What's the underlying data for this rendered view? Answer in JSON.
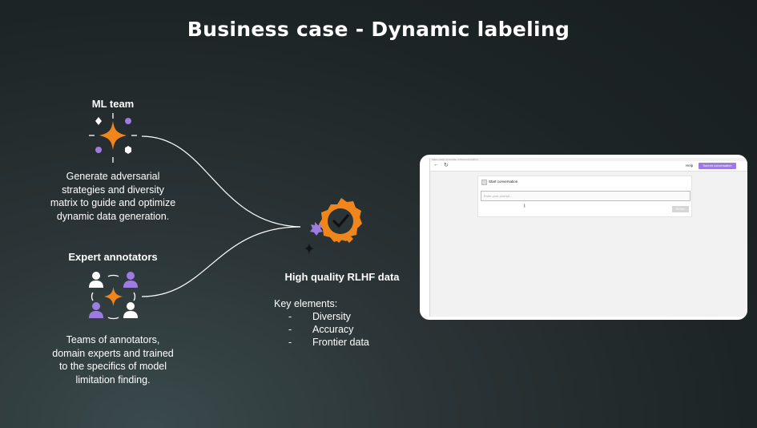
{
  "slide": {
    "title": "Business case - Dynamic labeling"
  },
  "ml_team": {
    "heading": "ML team",
    "description_lines": [
      "Generate adversarial",
      "strategies and diversity",
      "matrix to guide and optimize",
      "dynamic data generation."
    ],
    "icon": "sparkle-cluster-icon"
  },
  "expert_annotators": {
    "heading": "Expert annotators",
    "description_lines": [
      "Teams of annotators,",
      "domain experts and trained",
      "to the specifics of model",
      "limitation finding."
    ],
    "icon": "people-group-icon"
  },
  "rlhf": {
    "heading": "High quality RLHF data",
    "icon": "verified-badge-icon",
    "key_title": "Key elements:",
    "key_items": [
      "Diversity",
      "Accuracy",
      "Frontier data"
    ],
    "bullet": "-"
  },
  "screenshot": {
    "url": "https://app.example.com/conversation",
    "help_label": "Help",
    "submit_label": "Submit conversation",
    "start_label": "Start conversation",
    "input_placeholder": "Enter your prompt...",
    "return_label": "Return",
    "back_icon": "arrow-left-icon",
    "refresh_icon": "refresh-icon",
    "cursor_icon": "text-cursor-icon"
  },
  "colors": {
    "orange": "#f0851c",
    "purple": "#9d7be0",
    "white": "#ffffff",
    "dark_star": "#1a1f21"
  }
}
